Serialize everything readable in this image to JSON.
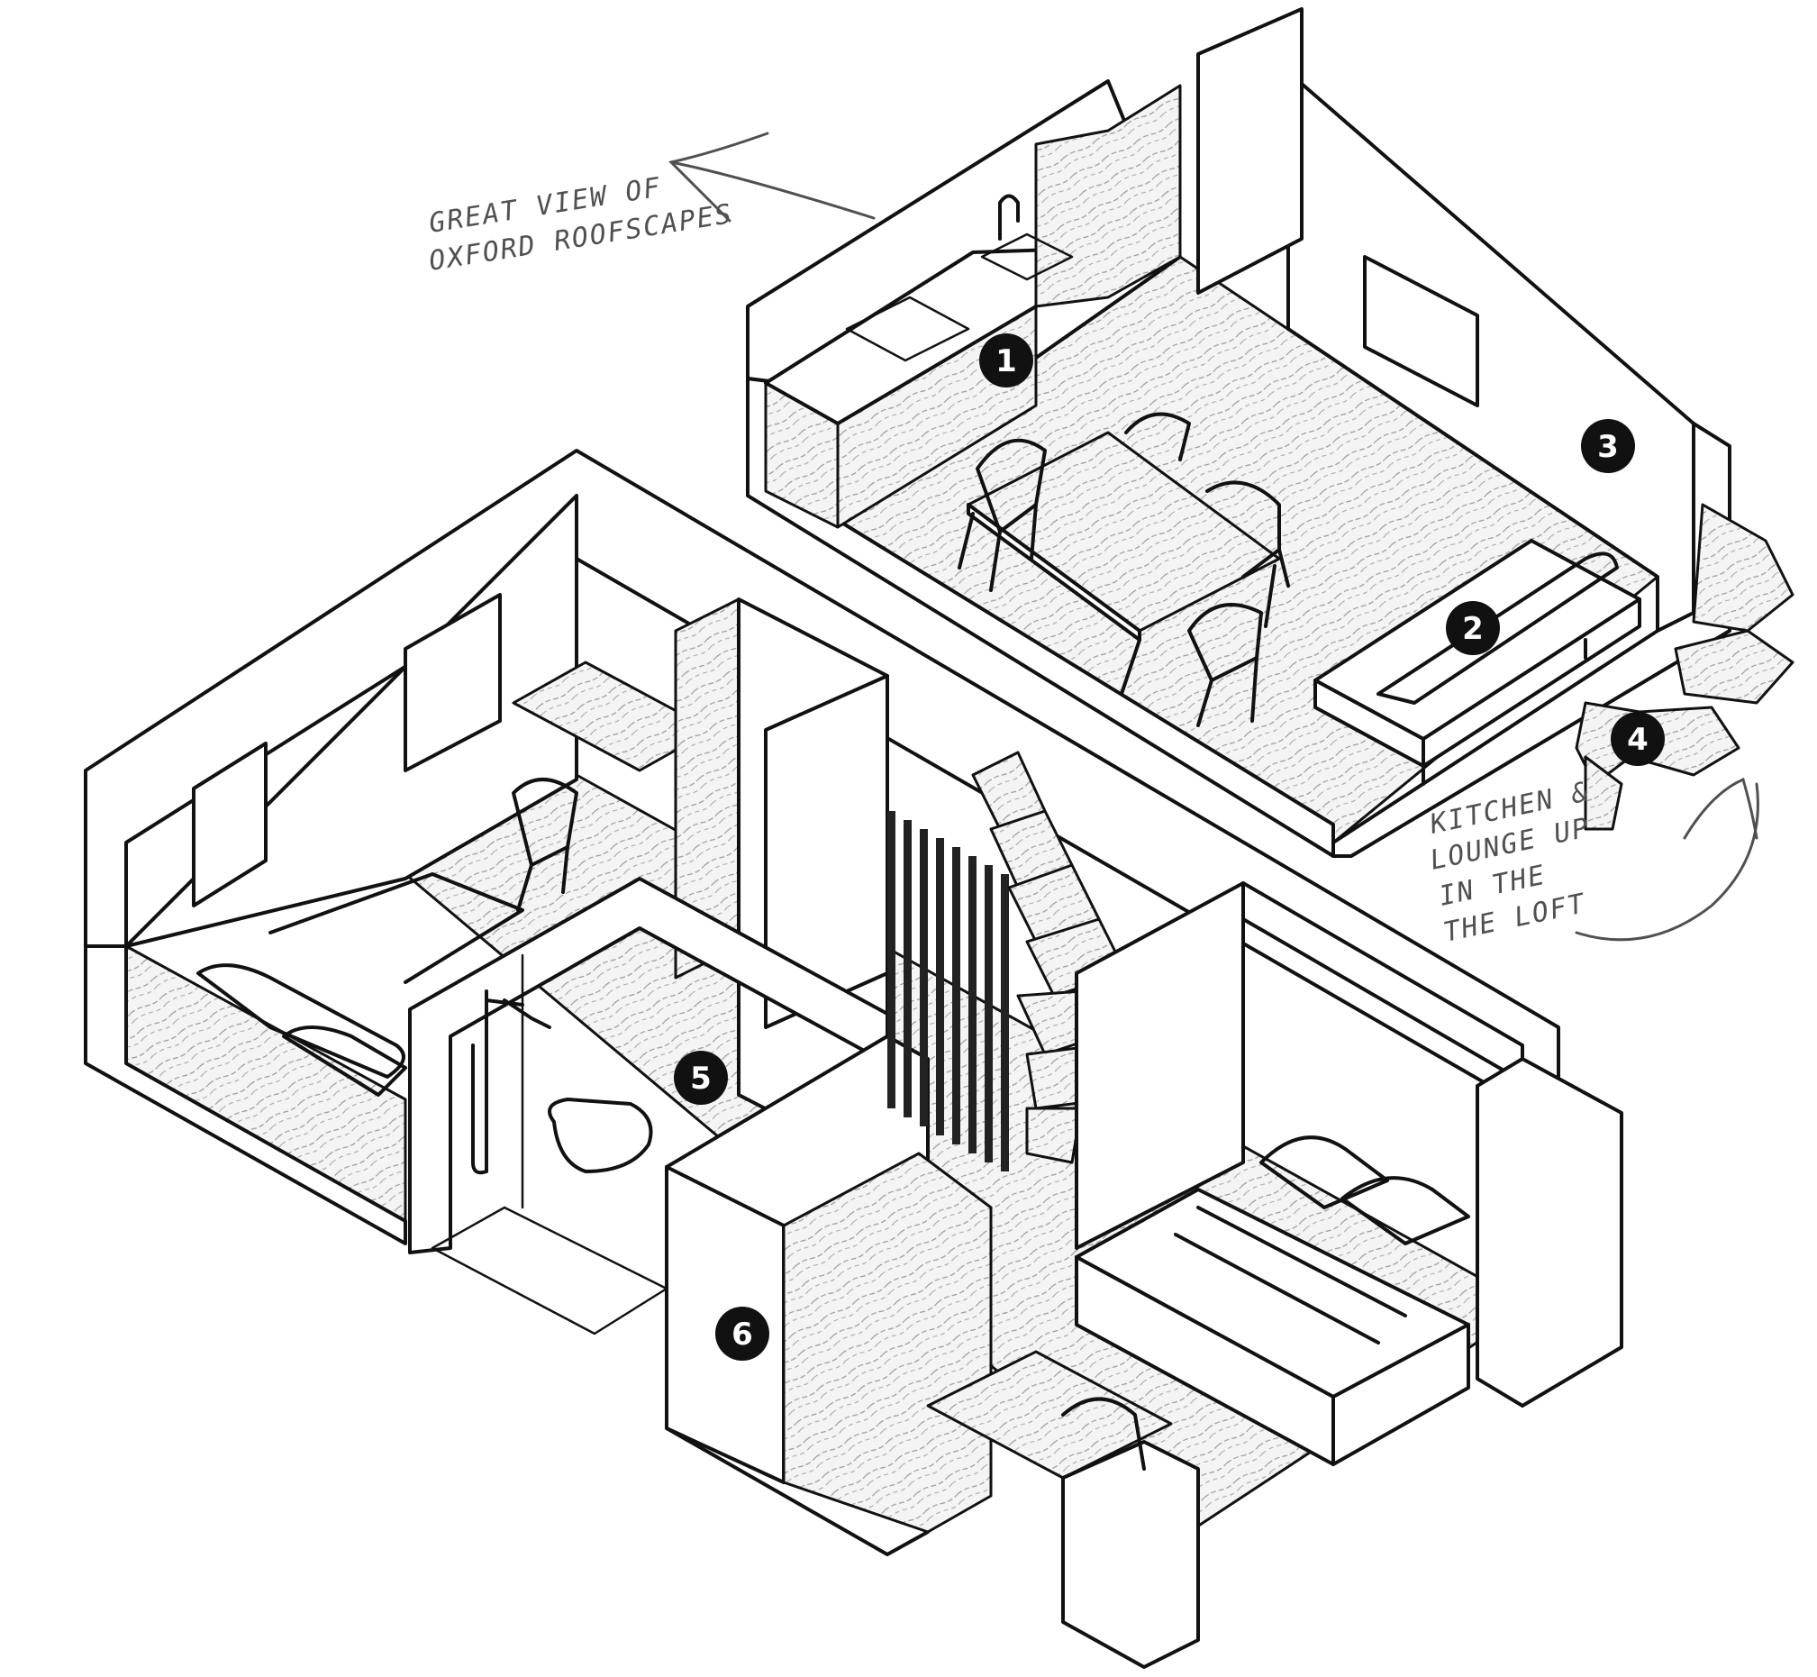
{
  "annotations": {
    "roofscapes": [
      "GREAT VIEW OF",
      "OXFORD ROOFSCAPES"
    ],
    "loft": [
      "KITCHEN &",
      "LOUNGE UP",
      "IN THE",
      "THE LOFT"
    ]
  },
  "markers": [
    {
      "label": "1",
      "meaning": "kitchen"
    },
    {
      "label": "2",
      "meaning": "sofa"
    },
    {
      "label": "3",
      "meaning": "storage-cupboard"
    },
    {
      "label": "4",
      "meaning": "spiral-stair"
    },
    {
      "label": "5",
      "meaning": "bathroom"
    },
    {
      "label": "6",
      "meaning": "wardrobe"
    }
  ],
  "colors": {
    "line": "#111111",
    "annotation": "#505050",
    "marker_fill": "#111111",
    "marker_text": "#ffffff",
    "wood": "#e9e9e9"
  }
}
